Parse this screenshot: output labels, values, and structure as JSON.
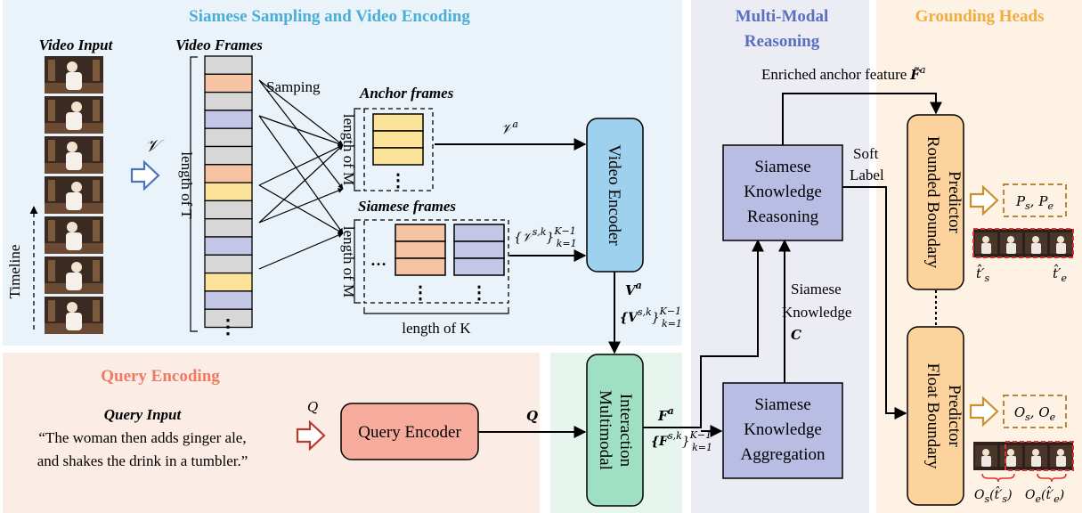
{
  "sections": {
    "siamese_sampling": "Siamese Sampling and Video Encoding",
    "multimodal_reasoning_line1": "Multi-Modal",
    "multimodal_reasoning_line2": "Reasoning",
    "grounding_heads": "Grounding Heads",
    "query_encoding": "Query Encoding"
  },
  "colors": {
    "blue_bg": "#eaf3fa",
    "pink_bg": "#fbece6",
    "lavender_bg": "#ececf4",
    "peach_bg": "#fdf2e3",
    "mint_bg": "#e6f5ee",
    "title_blue": "#4aaed6",
    "title_purple": "#5a6fc0",
    "title_orange": "#f0ac40",
    "title_salmon": "#ee7a62",
    "frame_gray": "#d7d7d7",
    "frame_peach": "#f7c3a5",
    "frame_yellow": "#fbe39a",
    "frame_lavender": "#c3c6e6",
    "video_encoder": "#9ed1ee",
    "query_encoder": "#f6ab9c",
    "multimodal": "#9fe0c4",
    "knowledge": "#b9bde3",
    "predictor": "#fcd39c",
    "dashed_brown": "#b07a26",
    "red_dashed": "#e03030",
    "query_arrow": "#b83a2c",
    "input_arrow": "#4a74b8"
  },
  "labels": {
    "video_input": "Video Input",
    "video_frames": "Video Frames",
    "timeline": "Timeline",
    "length_of_t": "length of T",
    "sampling": "Samping",
    "anchor_frames": "Anchor frames",
    "siamese_frames": "Siamese frames",
    "length_of_m": "length of M",
    "length_of_k": "length of  K",
    "ellipsis": "⋮",
    "dots": "…",
    "query_input": "Query Input",
    "query_line1": "“The woman then adds ginger ale,",
    "query_line2": "and shakes the drink in a tumbler.”",
    "enriched_anchor_feature": "Enriched anchor feature",
    "soft": "Soft",
    "label": "Label",
    "siamese": "Siamese",
    "knowledge": "Knowledge"
  },
  "boxes": {
    "video_encoder": "Video Encoder",
    "query_encoder": "Query Encoder",
    "multimodal_interaction_line1": "Multimodal",
    "multimodal_interaction_line2": "Interaction",
    "reasoning": [
      "Siamese",
      "Knowledge",
      "Reasoning"
    ],
    "aggregation": [
      "Siamese",
      "Knowledge",
      "Aggregation"
    ],
    "rounded_predictor_line1": "Rounded Boundary",
    "rounded_predictor_line2": "Predictor",
    "float_predictor_line1": "Float Boundary",
    "float_predictor_line2": "Predictor"
  },
  "math": {
    "v": "𝒱",
    "v_a_base": "𝒱",
    "a": "a",
    "vsk_open": "{𝒱",
    "sk": "s,k",
    "k1": "K−1",
    "k1_sub": "k=1",
    "close": "}",
    "V_bold": "V",
    "Vsk_open": "{V",
    "Q": "Q",
    "Q_bold": "Q",
    "F_bold": "F",
    "Fsk_open": "{F",
    "F_tilde": "F̃",
    "C_bold": "C",
    "ps_pe": "P",
    "s": "s",
    "e": "e",
    "os_oe": "O",
    "t_s": "t̂′",
    "t_e": "t̂′",
    "os_ts": "O",
    "oe_te": "O",
    "os_ts_arg": "(t̂′",
    "paren_close": ")",
    "comma": ", "
  }
}
